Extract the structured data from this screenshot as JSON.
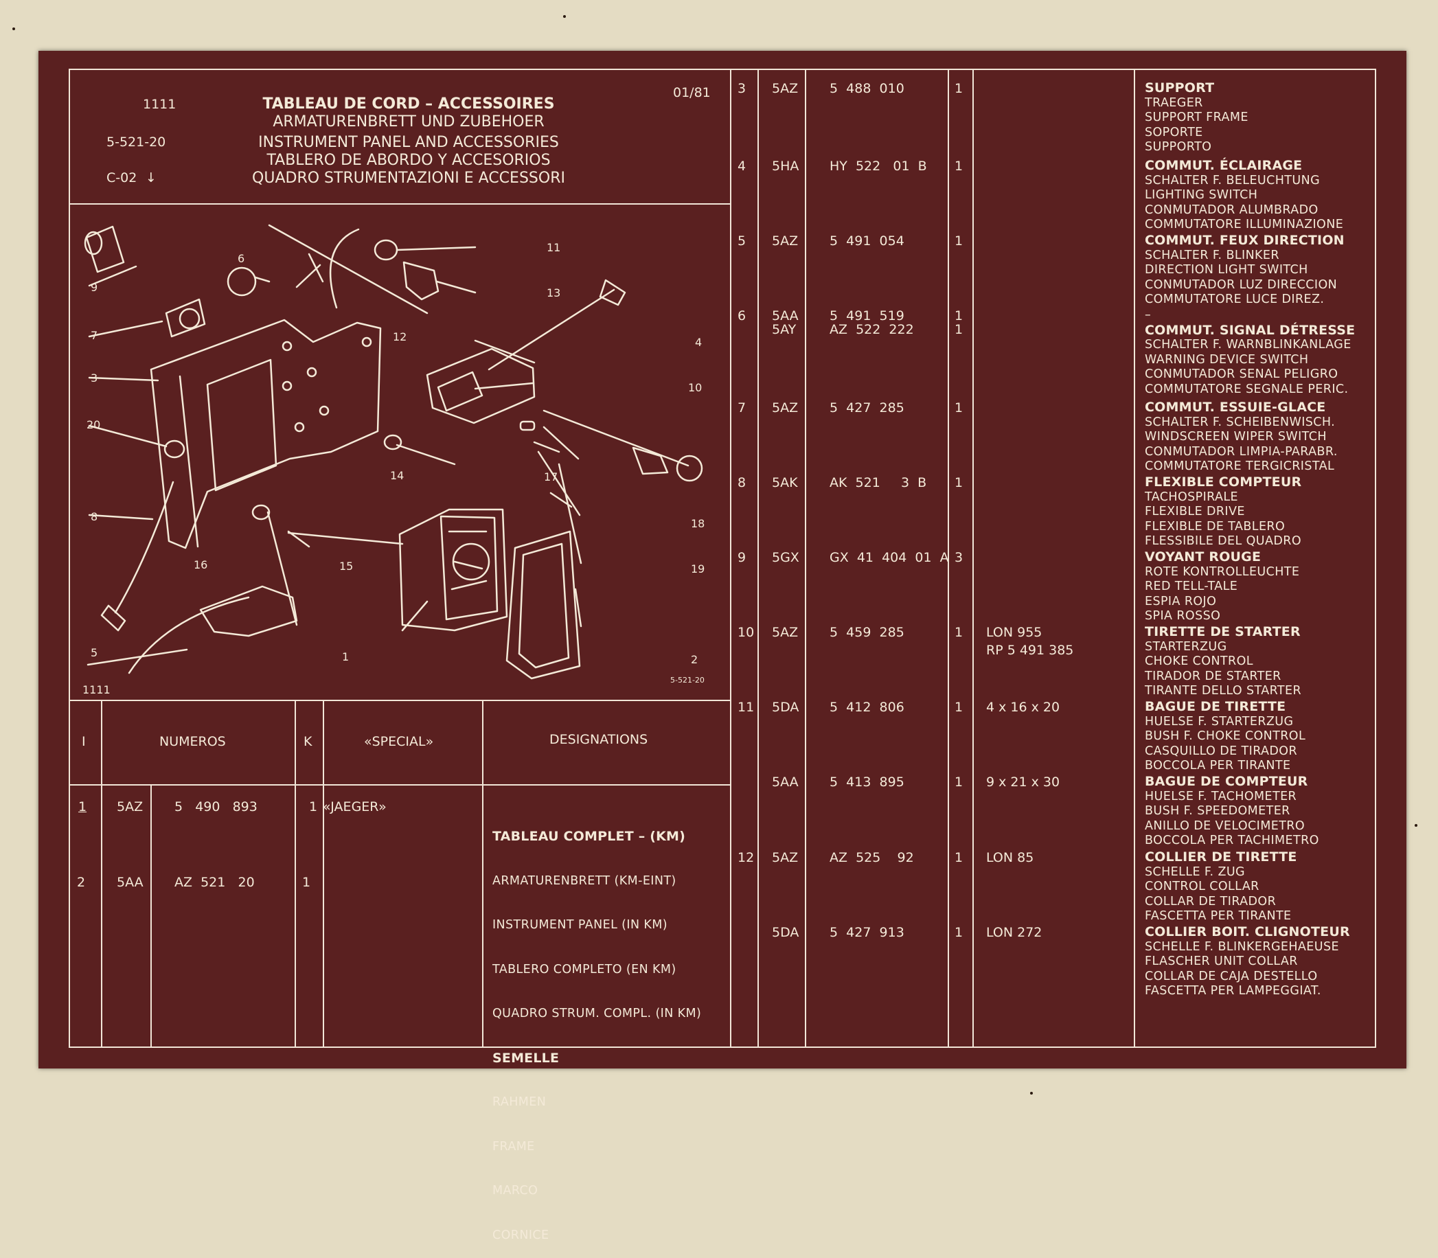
{
  "header": {
    "group_code": "1111",
    "doc_ref": "5-521-20",
    "page_ref": "C-02",
    "page_ref_arrow": "↓",
    "date": "01/81",
    "titles": [
      "TABLEAU DE CORD – ACCESSOIRES",
      "ARMATURENBRETT UND ZUBEHOER",
      "INSTRUMENT PANEL AND ACCESSORIES",
      "TABLERO DE ABORDO Y ACCESORIOS",
      "QUADRO STRUMENTAZIONI E ACCESSORI"
    ]
  },
  "diagram": {
    "corner_code": "1111",
    "figure_ref": "5-521-20",
    "callouts": [
      "1",
      "2",
      "3",
      "4",
      "5",
      "6",
      "7",
      "8",
      "9",
      "10",
      "11",
      "12",
      "13",
      "14",
      "15",
      "16",
      "17",
      "18",
      "19",
      "20"
    ]
  },
  "table_header": {
    "index": "I",
    "numeros": "NUMEROS",
    "k": "K",
    "special": "«SPECIAL»",
    "designations": "DESIGNATIONS"
  },
  "left_rows": [
    {
      "idx": "1",
      "code": "5AZ",
      "number": "5   490   893",
      "k": "1",
      "special": "«JAEGER»",
      "desc": [
        "TABLEAU COMPLET – (KM)",
        "ARMATURENBRETT (KM-EINT)",
        "INSTRUMENT PANEL (IN KM)",
        "TABLERO COMPLETO (EN KM)",
        "QUADRO STRUM. COMPL. (IN KM)"
      ]
    },
    {
      "idx": "2",
      "code": "5AA",
      "number": "AZ  521   20",
      "k": "1",
      "special": "",
      "desc": [
        "SEMELLE",
        "RAHMEN",
        "FRAME",
        "MARCO",
        "CORNICE"
      ]
    }
  ],
  "right_rows": [
    {
      "idx": "3",
      "codes": [
        "5AZ"
      ],
      "numbers": [
        "5  488  010"
      ],
      "ks": [
        "1"
      ],
      "special": [],
      "desc": [
        "SUPPORT",
        "TRAEGER",
        "SUPPORT FRAME",
        "SOPORTE",
        "SUPPORTO"
      ]
    },
    {
      "idx": "4",
      "codes": [
        "5HA"
      ],
      "numbers": [
        "HY  522   01  B"
      ],
      "ks": [
        "1"
      ],
      "special": [],
      "desc": [
        "COMMUT. ÉCLAIRAGE",
        "SCHALTER F. BELEUCHTUNG",
        "LIGHTING SWITCH",
        "CONMUTADOR ALUMBRADO",
        "COMMUTATORE ILLUMINAZIONE"
      ]
    },
    {
      "idx": "5",
      "codes": [
        "5AZ"
      ],
      "numbers": [
        "5  491  054"
      ],
      "ks": [
        "1"
      ],
      "special": [],
      "desc": [
        "COMMUT. FEUX DIRECTION",
        "SCHALTER F. BLINKER",
        "DIRECTION LIGHT SWITCH",
        "CONMUTADOR LUZ DIRECCION",
        "COMMUTATORE LUCE DIREZ."
      ]
    },
    {
      "idx": "6",
      "codes": [
        "5AA",
        "5AY"
      ],
      "numbers": [
        "5  491  519",
        "AZ  522  222"
      ],
      "ks": [
        "1",
        "1"
      ],
      "special": [],
      "desc": [
        "–",
        "COMMUT. SIGNAL DÉTRESSE",
        "SCHALTER F. WARNBLINKANLAGE",
        "WARNING DEVICE SWITCH",
        "CONMUTADOR SENAL PELIGRO",
        "COMMUTATORE SEGNALE PERIC."
      ]
    },
    {
      "idx": "7",
      "codes": [
        "5AZ"
      ],
      "numbers": [
        "5  427  285"
      ],
      "ks": [
        "1"
      ],
      "special": [],
      "desc": [
        "COMMUT. ESSUIE-GLACE",
        "SCHALTER F. SCHEIBENWISCH.",
        "WINDSCREEN WIPER SWITCH",
        "CONMUTADOR LIMPIA-PARABR.",
        "COMMUTATORE TERGICRISTAL"
      ]
    },
    {
      "idx": "8",
      "codes": [
        "5AK"
      ],
      "numbers": [
        "AK  521     3  B"
      ],
      "ks": [
        "1"
      ],
      "special": [],
      "desc": [
        "FLEXIBLE COMPTEUR",
        "TACHOSPIRALE",
        "FLEXIBLE DRIVE",
        "FLEXIBLE DE TABLERO",
        "FLESSIBILE DEL QUADRO"
      ]
    },
    {
      "idx": "9",
      "codes": [
        "5GX"
      ],
      "numbers": [
        "GX  41  404  01  A"
      ],
      "ks": [
        "3"
      ],
      "special": [],
      "desc": [
        "VOYANT ROUGE",
        "ROTE KONTROLLEUCHTE",
        "RED TELL-TALE",
        "ESPIA ROJO",
        "SPIA ROSSO"
      ]
    },
    {
      "idx": "10",
      "codes": [
        "5AZ"
      ],
      "numbers": [
        "5  459  285"
      ],
      "ks": [
        "1"
      ],
      "special": [
        "LON 955",
        "RP 5 491 385"
      ],
      "desc": [
        "TIRETTE DE STARTER",
        "STARTERZUG",
        "CHOKE CONTROL",
        "TIRADOR DE STARTER",
        "TIRANTE DELLO STARTER"
      ]
    },
    {
      "idx": "11",
      "codes": [
        "5DA"
      ],
      "numbers": [
        "5  412  806"
      ],
      "ks": [
        "1"
      ],
      "special": [
        "4 x 16 x 20"
      ],
      "desc": [
        "BAGUE DE TIRETTE",
        "HUELSE F. STARTERZUG",
        "BUSH F. CHOKE CONTROL",
        "CASQUILLO DE TIRADOR",
        "BOCCOLA PER TIRANTE"
      ]
    },
    {
      "idx": "",
      "codes": [
        "5AA"
      ],
      "numbers": [
        "5  413  895"
      ],
      "ks": [
        "1"
      ],
      "special": [
        "9 x 21 x 30"
      ],
      "desc": [
        "BAGUE DE COMPTEUR",
        "HUELSE F. TACHOMETER",
        "BUSH F. SPEEDOMETER",
        "ANILLO DE VELOCIMETRO",
        "BOCCOLA PER TACHIMETRO"
      ]
    },
    {
      "idx": "12",
      "codes": [
        "5AZ"
      ],
      "numbers": [
        "AZ  525    92"
      ],
      "ks": [
        "1"
      ],
      "special": [
        "LON 85"
      ],
      "desc": [
        "COLLIER DE TIRETTE",
        "SCHELLE F. ZUG",
        "CONTROL COLLAR",
        "COLLAR DE TIRADOR",
        "FASCETTA PER TIRANTE"
      ]
    },
    {
      "idx": "",
      "codes": [
        "5DA"
      ],
      "numbers": [
        "5  427  913"
      ],
      "ks": [
        "1"
      ],
      "special": [
        "LON 272"
      ],
      "desc": [
        "COLLIER BOIT. CLIGNOTEUR",
        "SCHELLE F. BLINKERGEHAEUSE",
        "FLASCHER UNIT COLLAR",
        "COLLAR DE CAJA DESTELLO",
        "FASCETTA PER LAMPEGGIAT."
      ]
    }
  ]
}
